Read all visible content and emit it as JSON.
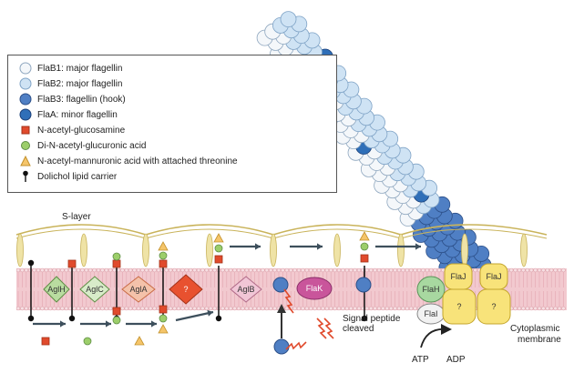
{
  "legend": {
    "items": [
      {
        "label": "FlaB1: major flagellin",
        "icon": "white-circle-icon"
      },
      {
        "label": "FlaB2: major flagellin",
        "icon": "light-blue-circle-icon"
      },
      {
        "label": "FlaB3: flagellin (hook)",
        "icon": "blue-circle-icon"
      },
      {
        "label": "FlaA: minor flagellin",
        "icon": "dark-blue-circle-icon"
      },
      {
        "label": "N-acetyl-glucosamine",
        "icon": "red-square-icon"
      },
      {
        "label": "Di-N-acetyl-glucuronic acid",
        "icon": "green-circle-icon"
      },
      {
        "label": "N-acetyl-mannuronic acid with attached threonine",
        "icon": "yellow-triangle-icon"
      },
      {
        "label": "Dolichol lipid carrier",
        "icon": "lollipop-icon"
      }
    ]
  },
  "labels": {
    "s_layer": "S-layer",
    "signal_peptide": "Signal peptide",
    "cleaved": "cleaved",
    "cytoplasmic": "Cytoplasmic",
    "membrane": "membrane",
    "atp": "ATP",
    "adp": "ADP"
  },
  "proteins": {
    "aglH": "AglH",
    "aglC": "AglC",
    "aglA": "AglA",
    "unknown1": "?",
    "aglB": "AglB",
    "flaK": "FlaK",
    "flaH": "FlaH",
    "flaI": "FlaI",
    "flaJ_left": "FlaJ",
    "flaJ_right": "FlaJ",
    "unknown2": "?",
    "unknown3": "?"
  },
  "colors": {
    "flaB1": "#f4f7fa",
    "flaB2": "#cfe3f4",
    "flaB3": "#4f7fc4",
    "flaA": "#2f6fb8",
    "glcnac": "#e04a2c",
    "glcnac_di": "#9cce6a",
    "mannuronic": "#f5c56a",
    "membrane": "#f2c9cf",
    "flaJ": "#f8e37a"
  }
}
